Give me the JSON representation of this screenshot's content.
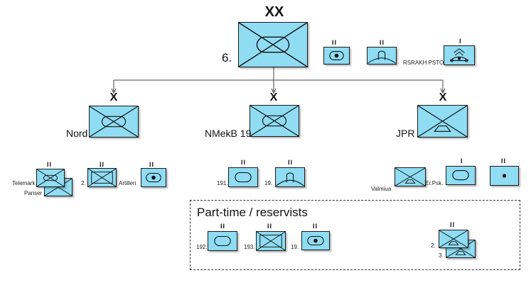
{
  "division": {
    "echelon": "XX",
    "label": "6."
  },
  "division_attached": {
    "rsrakh_label": "RSRAKH PSTO"
  },
  "brigades": [
    {
      "echelon": "X",
      "label": "Nord"
    },
    {
      "echelon": "X",
      "label": "NMekB 19"
    },
    {
      "echelon": "X",
      "label": "JPR"
    }
  ],
  "nord_units": {
    "telemark": "Telemark",
    "panser": "Panser",
    "second": "2.",
    "artilleri": "Artilleri"
  },
  "nmekb_units": {
    "u191": "191.",
    "u19": "19."
  },
  "jpr_units": {
    "valmiua": "Valmiua",
    "erpsk": "Er.Psk."
  },
  "reserve": {
    "title": "Part-time / reservists",
    "u192": "192.",
    "u193": "193.",
    "u19": "19.",
    "stack_2": "2.",
    "stack_3": "3."
  }
}
